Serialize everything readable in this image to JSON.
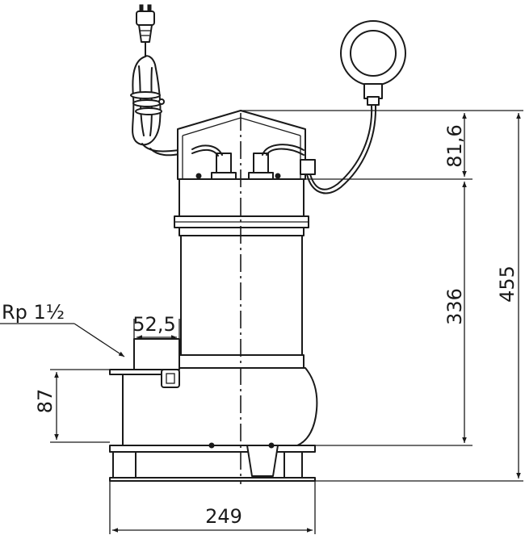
{
  "dimensions": {
    "height_top": "81,6",
    "height_body": "336",
    "height_total": "455",
    "width_total": "249",
    "outlet_offset": "52,5",
    "outlet_height": "87",
    "thread": "Rp 1½"
  }
}
